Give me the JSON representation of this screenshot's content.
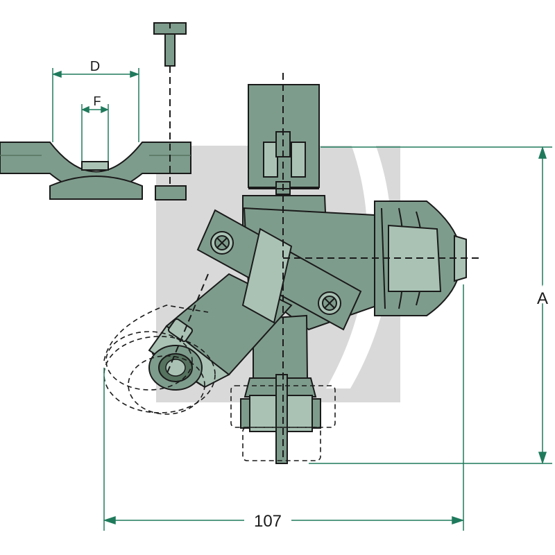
{
  "colors": {
    "body": "#7e9c8c",
    "body_light": "#a9c2b4",
    "body_dark": "#55735f",
    "outline": "#1a1a1a",
    "dimension": "#1f7a5c",
    "watermark": "#d6d6d6"
  },
  "labels": {
    "d": "D",
    "f": "F",
    "a": "A",
    "width": "107"
  }
}
